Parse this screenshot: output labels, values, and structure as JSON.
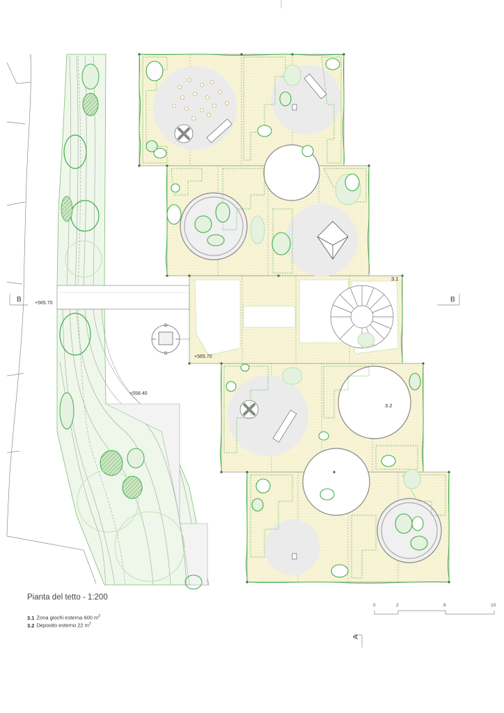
{
  "title": "Pianta del tetto - 1:200",
  "legend": [
    {
      "code": "3.1",
      "text": "Zona giochi esterna 600 m",
      "sup": "2"
    },
    {
      "code": "3.2",
      "text": "Deposito esterno 22 m",
      "sup": "2"
    }
  ],
  "elevations": {
    "left": "+565.70",
    "roof": "+565.70",
    "ground": "+558.40"
  },
  "section_marks": {
    "b_left": "B",
    "b_right": "B",
    "a": "A"
  },
  "room_tags": {
    "r31": "3.1",
    "r32": "3.2"
  },
  "scale_bar": {
    "ticks": [
      "0",
      "2",
      "6",
      "10"
    ]
  },
  "colors": {
    "roof_fill": "#f7f3d2",
    "green": "#3fae49",
    "light_green": "#bfe3b5",
    "line": "#9a9a9a",
    "circle_fill": "#e9e9e9"
  }
}
